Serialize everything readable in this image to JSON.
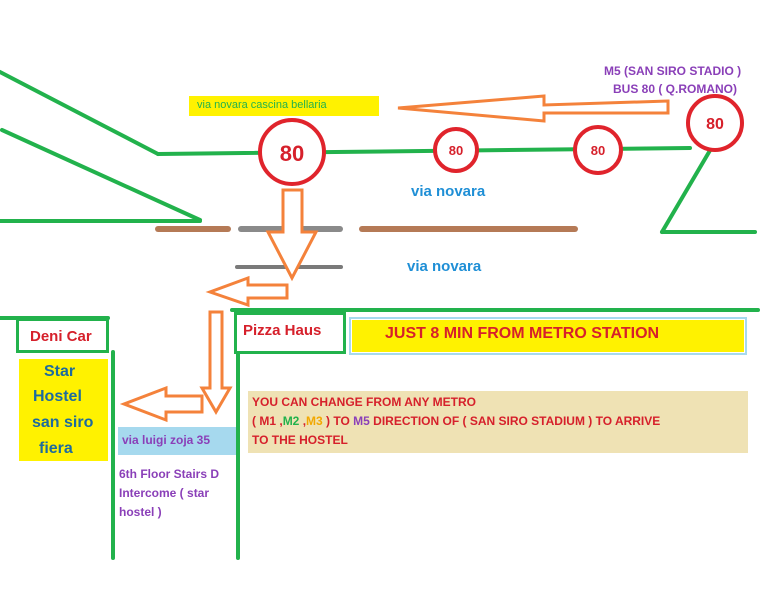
{
  "colors": {
    "road": "#22b24c",
    "arrow": "#f4823b",
    "bus_stop": "#e0242c",
    "street_blue": "#1f8fd6",
    "metro_purple": "#8a3fb8",
    "red_text": "#d6202b",
    "highlight_yellow": "#fff200",
    "highlight_blue": "#a6d9ee",
    "tan_box": "#efe2b4"
  },
  "terminus": {
    "line1": "M5 (SAN SIRO STADIO )",
    "line2": "BUS 80 ( Q.ROMANO)"
  },
  "stop_label": "via novara cascina bellaria",
  "bus_stops": [
    "80",
    "80",
    "80",
    "80"
  ],
  "street_labels": {
    "upper": "via novara",
    "lower": "via novara"
  },
  "places": {
    "deni_car": "Deni Car",
    "pizza_haus": "Pizza Haus",
    "hostel_lines": [
      "Star",
      "Hostel",
      "san siro",
      "fiera"
    ]
  },
  "banner": "JUST 8 MIN FROM METRO STATION",
  "info": {
    "line1": "YOU CAN CHANGE FROM ANY  METRO",
    "open": "( ",
    "m1": "M1",
    "comma1": " ,",
    "m2": "M2",
    "comma2": " ,",
    "m3": "M3",
    "mid": " ) TO ",
    "m5": "M5",
    "tail": " DIRECTION OF ( SAN SIRO STADIUM ) TO ARRIVE",
    "line3": "TO THE HOSTEL"
  },
  "address": "via luigi zoja 35",
  "directions": [
    "6th Floor Stairs D",
    "Intercome ( star",
    "hostel )"
  ]
}
